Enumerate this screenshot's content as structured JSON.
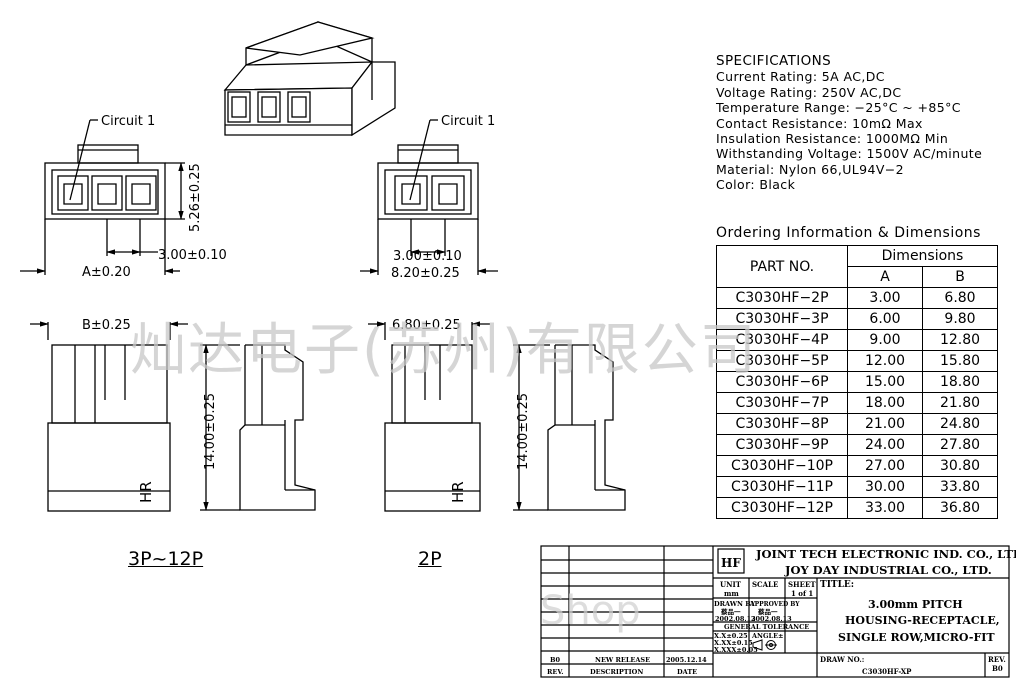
{
  "specifications": {
    "heading": "SPECIFICATIONS",
    "lines": [
      "Current Rating: 5A AC,DC",
      "Voltage Rating: 250V AC,DC",
      "Temperature Range: −25°C ~ +85°C",
      "Contact Resistance: 10mΩ Max",
      "Insulation Resistance: 1000MΩ Min",
      "Withstanding Voltage: 1500V AC/minute",
      "Material: Nylon 66,UL94V−2",
      "Color: Black"
    ]
  },
  "ordering": {
    "title": "Ordering Information & Dimensions",
    "col_part": "PART NO.",
    "col_dimensions": "Dimensions",
    "col_a": "A",
    "col_b": "B",
    "rows": [
      {
        "part": "C3030HF−2P",
        "a": "3.00",
        "b": "6.80"
      },
      {
        "part": "C3030HF−3P",
        "a": "6.00",
        "b": "9.80"
      },
      {
        "part": "C3030HF−4P",
        "a": "9.00",
        "b": "12.80"
      },
      {
        "part": "C3030HF−5P",
        "a": "12.00",
        "b": "15.80"
      },
      {
        "part": "C3030HF−6P",
        "a": "15.00",
        "b": "18.80"
      },
      {
        "part": "C3030HF−7P",
        "a": "18.00",
        "b": "21.80"
      },
      {
        "part": "C3030HF−8P",
        "a": "21.00",
        "b": "24.80"
      },
      {
        "part": "C3030HF−9P",
        "a": "24.00",
        "b": "27.80"
      },
      {
        "part": "C3030HF−10P",
        "a": "27.00",
        "b": "30.80"
      },
      {
        "part": "C3030HF−11P",
        "a": "30.00",
        "b": "33.80"
      },
      {
        "part": "C3030HF−12P",
        "a": "33.00",
        "b": "36.80"
      }
    ]
  },
  "callouts": {
    "circuit_left": "Circuit 1",
    "circuit_right": "Circuit 1",
    "dim_height": "5.26±0.25",
    "dim_pitch_left": "3.00±0.10",
    "dim_a": "A±0.20",
    "dim_pitch_right": "3.00±0.10",
    "dim_width_2p": "8.20±0.25",
    "dim_b": "B±0.25",
    "dim_680": "6.80±0.25",
    "dim_h_left": "14.00±0.25",
    "dim_h_right": "14.00±0.25",
    "hr_mark_left": "HR",
    "hr_mark_right": "HR"
  },
  "view_labels": {
    "multi": "3P~12P",
    "two": "2P"
  },
  "watermark": {
    "main": "灿达电子(苏州)有限公司",
    "small": "Shop"
  },
  "title_block": {
    "company_1": "JOINT TECH ELECTRONIC IND. CO., LTD.",
    "company_2": "JOY DAY INDUSTRIAL CO., LTD.",
    "logo": "HF",
    "unit_label": "UNIT",
    "unit_value": "mm",
    "scale_label": "SCALE",
    "sheet_label": "SHEET",
    "sheet_value": "1 of 1",
    "title_label": "TITLE:",
    "title_lines": [
      "3.00mm PITCH",
      "HOUSING-RECEPTACLE,",
      "SINGLE ROW,MICRO-FIT"
    ],
    "drawn_by": "DRAWN BY",
    "drawn_name": "蔡品一",
    "drawn_date": "2002.08.13",
    "approved_by": "APPROVED BY",
    "approved_name": "蔡品一",
    "approved_date": "2002.08.13",
    "general_tolerance": "GENERAL TOLERANCE",
    "tol_1": "X.X±0.25",
    "tol_2": "X.XX±0.15",
    "tol_3": "X.XXX±0.05",
    "angle": "ANGLE±",
    "drw_no_label": "DRAW NO.:",
    "drw_no": "C3030HF-XP",
    "rev_label": "REV.",
    "rev_value": "B0",
    "rev_row_rev": "B0",
    "rev_row_desc": "NEW RELEASE",
    "rev_row_date": "2005.12.14",
    "col_rev": "REV.",
    "col_desc": "DESCRIPTION",
    "col_date": "DATE"
  }
}
